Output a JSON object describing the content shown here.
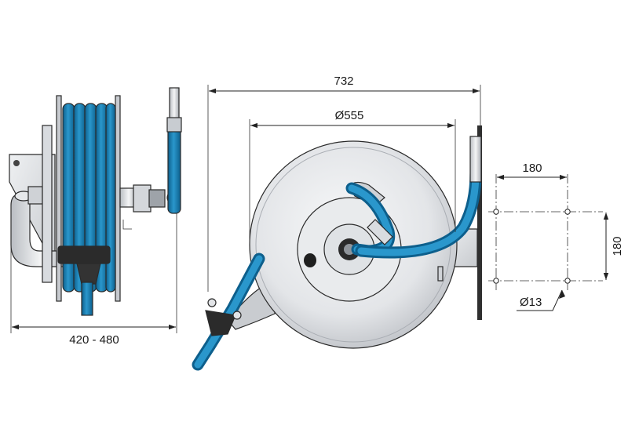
{
  "dimensions": {
    "overall_width": "732",
    "drum_diameter": "Ø555",
    "side_depth": "420 - 480",
    "hole_spacing_horizontal": "180",
    "hole_spacing_vertical": "180",
    "hole_diameter": "Ø13"
  },
  "colors": {
    "hose": "#1a82b8",
    "hose_dark": "#0b4f74",
    "metal_light": "#eceef0",
    "metal_mid": "#c9ccd0",
    "metal_dark": "#7d8289",
    "rubber": "#2b2b2b"
  }
}
